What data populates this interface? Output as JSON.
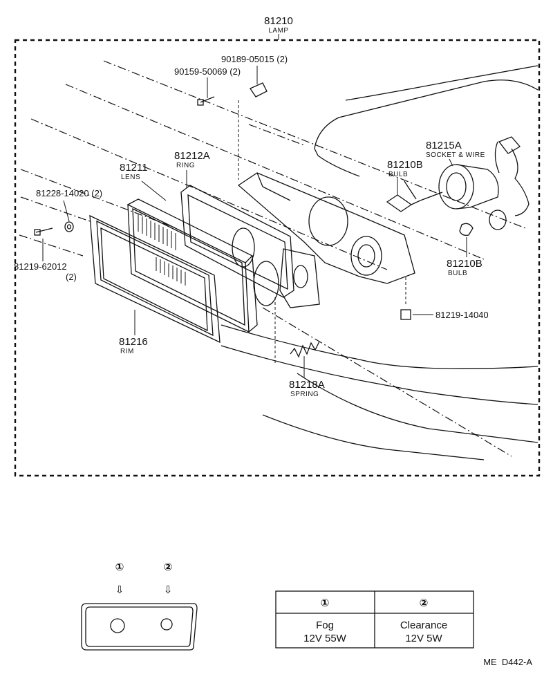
{
  "assembly": {
    "number": "81210",
    "name": "LAMP"
  },
  "parts": {
    "screw_top": {
      "number": "90189-05015 (2)"
    },
    "nut_top": {
      "number": "90159-50069 (2)"
    },
    "ring": {
      "number": "81212A",
      "name": "RING"
    },
    "lens": {
      "number": "81211",
      "name": "LENS"
    },
    "washer": {
      "number": "81228-14020 (2)"
    },
    "screw_left": {
      "number": "81219-62012",
      "qty": "(2)"
    },
    "rim": {
      "number": "81216",
      "name": "RIM"
    },
    "spring": {
      "number": "81218A",
      "name": "SPRING"
    },
    "socket": {
      "number": "81215A",
      "name": "SOCKET & WIRE"
    },
    "bulb_fog": {
      "number": "81210B",
      "name": "BULB"
    },
    "bulb_clearance": {
      "number": "81210B",
      "name": "BULB"
    },
    "screw_right": {
      "number": "81219-14040"
    }
  },
  "legend": {
    "callout1": "①",
    "callout2": "②",
    "arrow": "⇩"
  },
  "bulb_table": {
    "headers": [
      "①",
      "②"
    ],
    "rows": [
      [
        "Fog",
        "Clearance"
      ],
      [
        "12V 55W",
        "12V 5W"
      ]
    ]
  },
  "footer": {
    "code": "ME  D442-A"
  }
}
